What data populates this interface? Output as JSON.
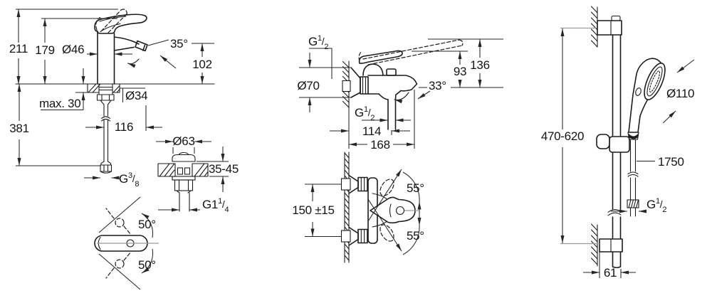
{
  "meta": {
    "background": "#ffffff",
    "line_color": "#1c1c1c",
    "dim_color": "#262626",
    "centerline_color": "#9c9c9c"
  },
  "basin_view": {
    "height_total": "211",
    "height_body": "179",
    "dia_body": "Ø46",
    "aerator_angle": "35°",
    "spout_height": "102",
    "deck_max": "max. 30",
    "dia_hole": "Ø34",
    "depth_below": "381",
    "reach": "116",
    "inlet_thread": {
      "base": "G",
      "sup": "3",
      "slash": "/",
      "sub": "8"
    },
    "waste_dia": "Ø63",
    "deck_range": "35-45",
    "waste_thread": {
      "base": "G1",
      "sup": "1",
      "slash": "/",
      "sub": "4"
    },
    "swivel_up": "50°",
    "swivel_down": "50°"
  },
  "bath_view": {
    "inlet_thread": {
      "base": "G",
      "sup": "1",
      "slash": "/",
      "sub": "2"
    },
    "dia_escutcheon": "Ø70",
    "height_spout": "93",
    "height_total": "136",
    "spout_angle": "33°",
    "outlet_thread": {
      "base": "G",
      "sup": "1",
      "slash": "/",
      "sub": "2"
    },
    "reach_outlet": "114",
    "reach_total": "168",
    "centers": "150 ±15",
    "swivel_up": "55°",
    "swivel_down": "55°"
  },
  "shower_view": {
    "rail_range": "470-620",
    "dia_head": "Ø110",
    "hose_length": "1750",
    "hose_thread": {
      "base": "G",
      "sup": "1",
      "slash": "/",
      "sub": "2"
    },
    "wall_offset": "61"
  }
}
